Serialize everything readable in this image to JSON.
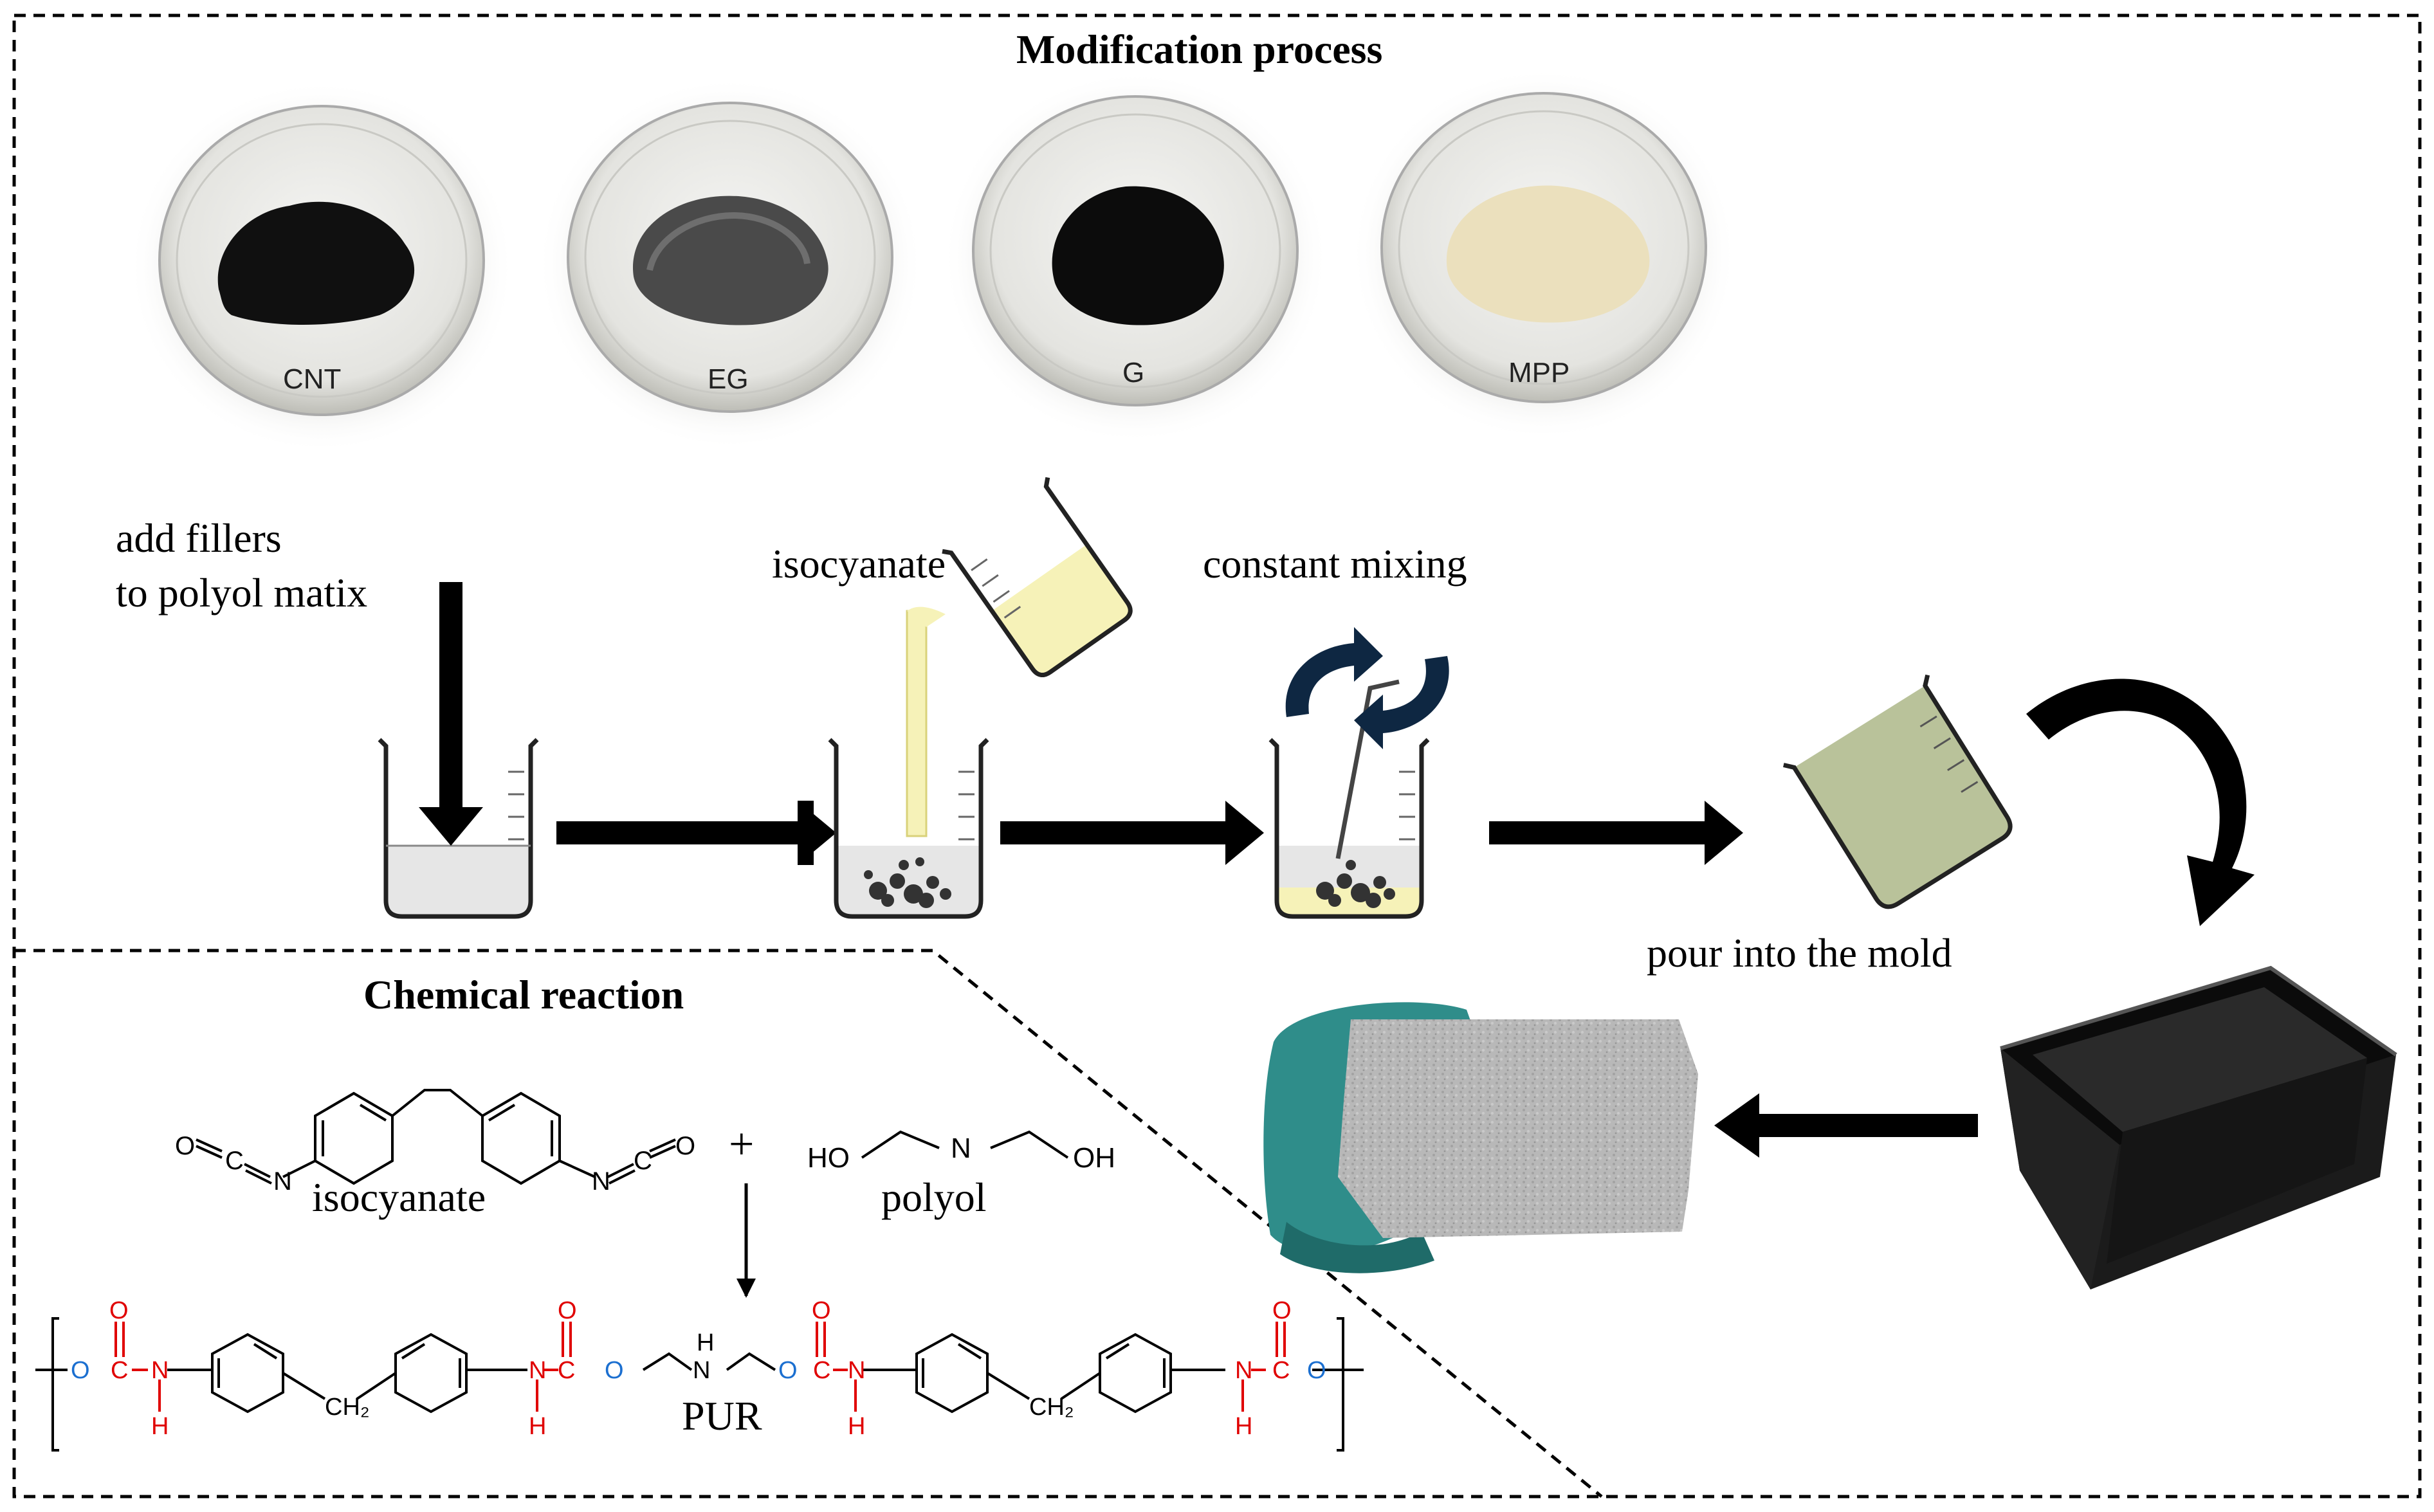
{
  "sections": {
    "modification_title": "Modification process",
    "chemical_title": "Chemical reaction"
  },
  "fillers": [
    {
      "label": "CNT",
      "color": "#111111"
    },
    {
      "label": "EG",
      "color": "#444444"
    },
    {
      "label": "G",
      "color": "#0d0d0d"
    },
    {
      "label": "MPP",
      "color": "#ece2c0"
    }
  ],
  "steps": {
    "add_fillers_line1": "add fillers",
    "add_fillers_line2": "to polyol matix",
    "isocyanate": "isocyanate",
    "constant_mixing": "constant mixing",
    "pour_mold": "pour into the mold"
  },
  "chemistry": {
    "isocyanate_label": "isocyanate",
    "polyol_label": "polyol",
    "plus": "+",
    "product_label": "PUR",
    "atoms": {
      "O": "O",
      "C": "C",
      "N": "N",
      "H": "H",
      "HO": "HO",
      "OH": "OH",
      "CH2": "CH₂"
    }
  },
  "colors": {
    "liquid_yellow": "#f6f2b8",
    "beaker_liquid": "#e6e6e6",
    "green_beaker": "#b9c29a",
    "tray": "#1b1b1b",
    "glove": "#2f8d8a",
    "foam": "#b9b9b9",
    "arrow_blue": "#0e2742",
    "carbonyl_red": "#e00000",
    "ester_blue": "#1b6fd0"
  }
}
